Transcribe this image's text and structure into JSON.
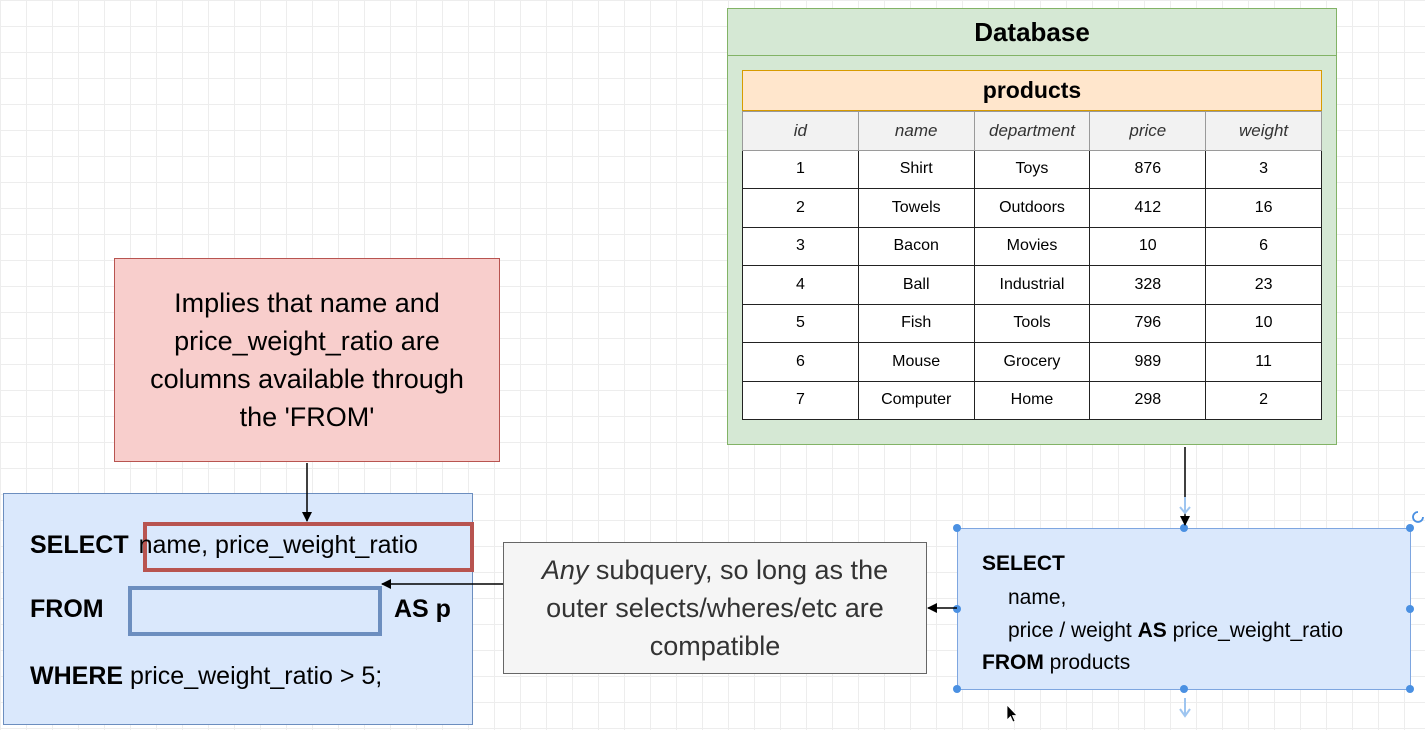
{
  "database": {
    "title": "Database",
    "table": {
      "title": "products",
      "columns": [
        "id",
        "name",
        "department",
        "price",
        "weight"
      ],
      "rows": [
        [
          "1",
          "Shirt",
          "Toys",
          "876",
          "3"
        ],
        [
          "2",
          "Towels",
          "Outdoors",
          "412",
          "16"
        ],
        [
          "3",
          "Bacon",
          "Movies",
          "10",
          "6"
        ],
        [
          "4",
          "Ball",
          "Industrial",
          "328",
          "23"
        ],
        [
          "5",
          "Fish",
          "Tools",
          "796",
          "10"
        ],
        [
          "6",
          "Mouse",
          "Grocery",
          "989",
          "11"
        ],
        [
          "7",
          "Computer",
          "Home",
          "298",
          "2"
        ]
      ]
    }
  },
  "note": {
    "lines": [
      "Implies that name and",
      "price_weight_ratio are",
      "columns available through",
      "the 'FROM'"
    ]
  },
  "outer_query": {
    "select_kw": "SELECT",
    "select_cols": "name, price_weight_ratio",
    "from_kw": "FROM",
    "alias": "AS p",
    "where_kw": "WHERE",
    "where_expr": "price_weight_ratio > 5;"
  },
  "middle_note": {
    "italic": "Any",
    "line1_rest": " subquery, so long as the",
    "line2": "outer selects/wheres/etc are",
    "line3": "compatible"
  },
  "subquery": {
    "select_kw": "SELECT",
    "col1": "name,",
    "col2_expr": "price / weight ",
    "as_kw": "AS",
    "col2_alias": " price_weight_ratio",
    "from_kw": "FROM",
    "from_table": " products"
  },
  "colors": {
    "db_fill": "#d5e8d4",
    "db_border": "#82b366",
    "table_title_fill": "#ffe6cc",
    "note_fill": "#f8cecc",
    "note_border": "#b85450",
    "query_fill": "#dae8fc",
    "query_border": "#6c8ebf",
    "middle_note_fill": "#f5f5f5"
  }
}
